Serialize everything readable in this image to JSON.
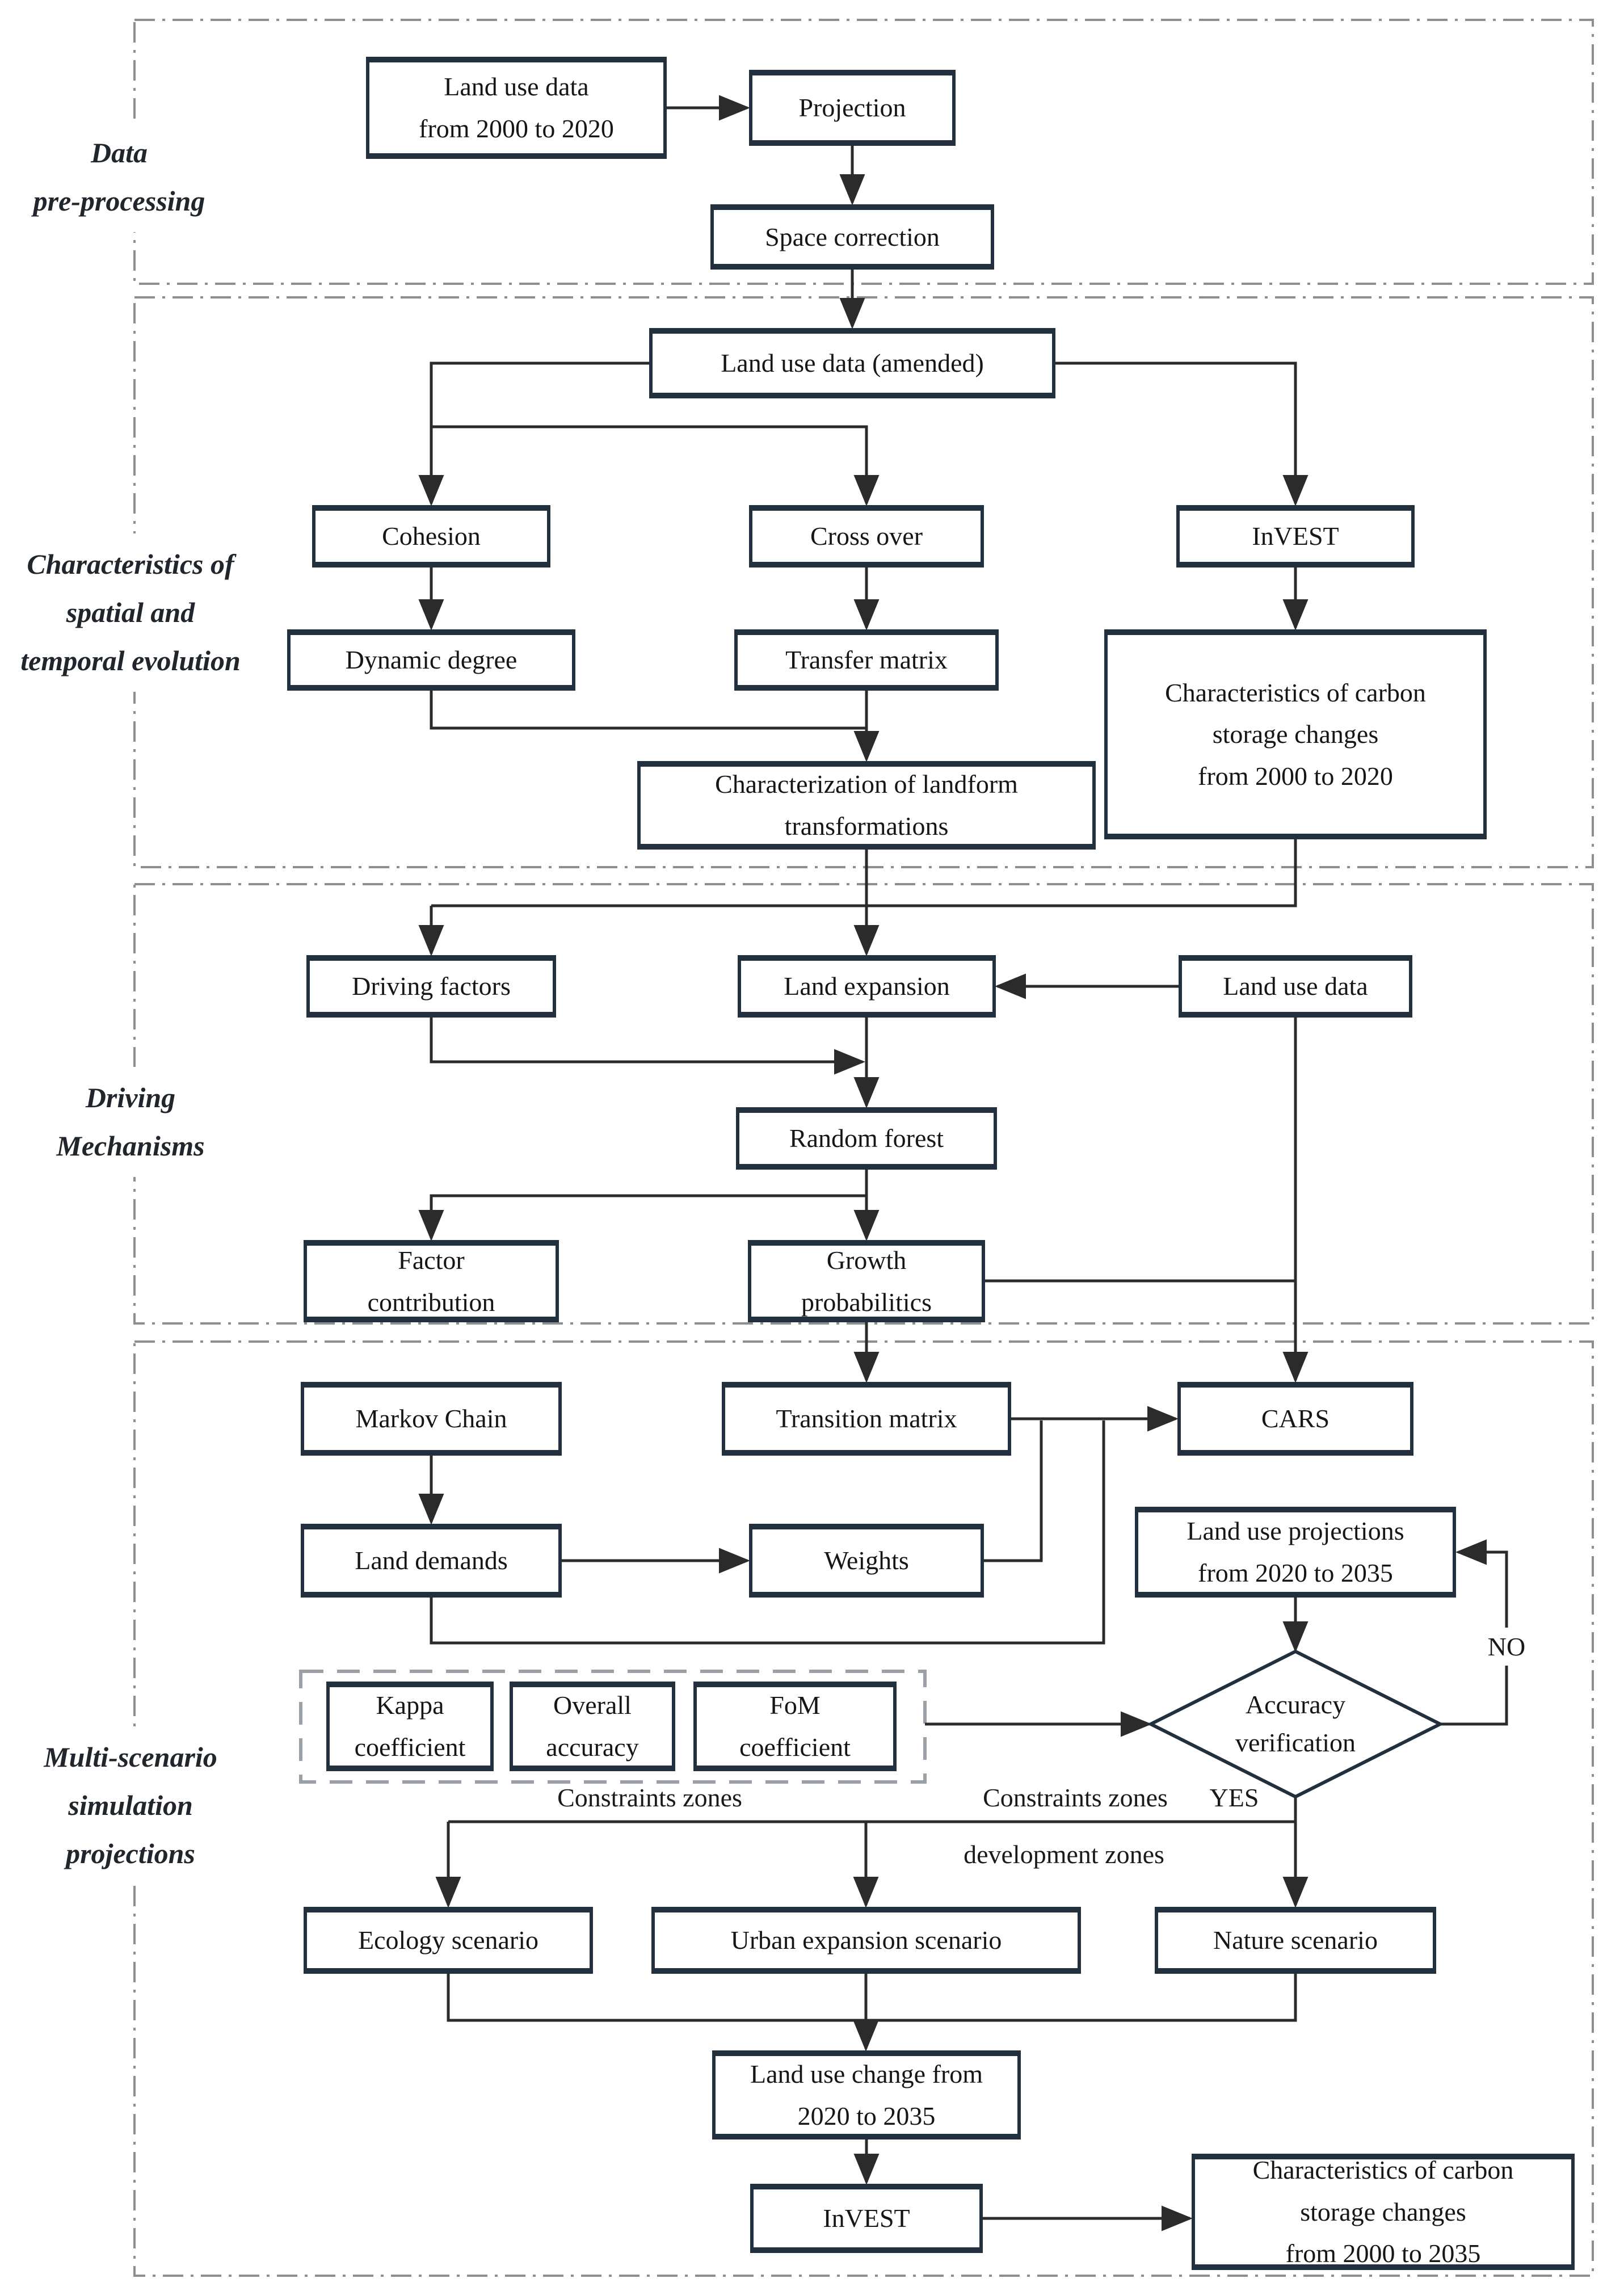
{
  "sections": [
    {
      "label": "Data\npre-processing"
    },
    {
      "label": "Characteristics of\nspatial and\ntemporal evolution"
    },
    {
      "label": "Driving\nMechanisms"
    },
    {
      "label": "Multi-scenario\nsimulation\nprojections"
    }
  ],
  "nodes": {
    "lud2000": "Land use data\nfrom 2000 to 2020",
    "projection": "Projection",
    "space_correction": "Space correction",
    "amended": "Land use data  (amended)",
    "cohesion": "Cohesion",
    "cross_over": "Cross over",
    "invest_top": "InVEST",
    "dynamic_degree": "Dynamic degree",
    "transfer_matrix": "Transfer matrix",
    "carbon_2020": "Characteristics of carbon\nstorage changes\nfrom 2000 to 2020",
    "landform": "Characterization of landform\ntransformations",
    "driving_factors": "Driving factors",
    "land_expansion": "Land expansion",
    "land_use_data": "Land use data",
    "random_forest": "Random forest",
    "factor_contribution": "Factor\ncontribution",
    "growth_prob": "Growth\nprobabilitics",
    "markov_chain": "Markov Chain",
    "transition_matrix": "Transition matrix",
    "cars": "CARS",
    "land_demands": "Land demands",
    "weights": "Weights",
    "projections_2035": "Land use projections\nfrom 2020 to 2035",
    "kappa": "Kappa\ncoefficient",
    "overall_accuracy": "Overall\naccuracy",
    "fom": "FoM\ncoefficient",
    "accuracy_verification": "Accuracy\nverification",
    "ecology": "Ecology scenario",
    "urban": "Urban expansion scenario",
    "nature": "Nature scenario",
    "change_2035": "Land use change from\n2020 to 2035",
    "invest_bottom": "InVEST",
    "carbon_2035": "Characteristics of carbon\nstorage changes\nfrom 2000 to 2035"
  },
  "edge_labels": {
    "no": "NO",
    "yes": "YES",
    "constraints_left": "Constraints zones",
    "constraints_right": "Constraints zones",
    "development_zones": "development zones"
  },
  "colors": {
    "background": "#ffffff",
    "box_border": "#22303e",
    "connector": "#2b2b2b",
    "section_border": "#8a8f94",
    "coefficient_group_border": "#9aa0a5",
    "text": "#161616"
  }
}
